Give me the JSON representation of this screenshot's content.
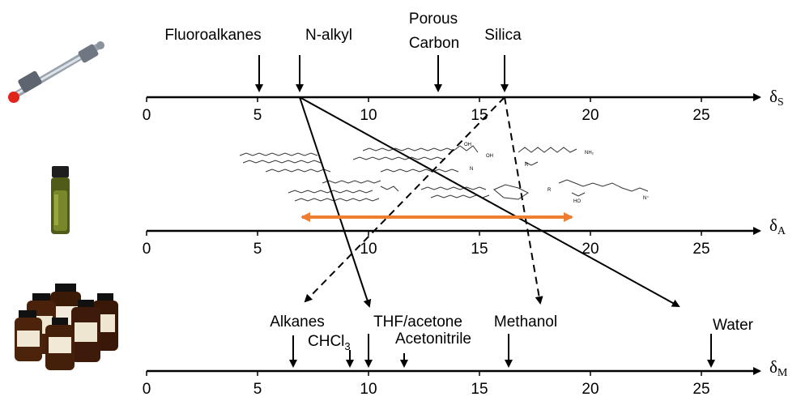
{
  "axes": [
    {
      "symbol": "δ",
      "subscript": "S",
      "ticks": [
        "0",
        "5",
        "10",
        "15",
        "20",
        "25"
      ]
    },
    {
      "symbol": "δ",
      "subscript": "A",
      "ticks": [
        "0",
        "5",
        "10",
        "15",
        "20",
        "25"
      ]
    },
    {
      "symbol": "δ",
      "subscript": "M",
      "ticks": [
        "0",
        "5",
        "10",
        "15",
        "20",
        "25"
      ]
    }
  ],
  "stationary_phases": [
    {
      "label": "Fluoroalkanes",
      "value": 5.1
    },
    {
      "label": "N-alkyl",
      "value": 7.0
    },
    {
      "label_line1": "Porous",
      "label_line2": "Carbon",
      "value": 13.2
    },
    {
      "label": "Silica",
      "value": 16.2
    }
  ],
  "solvents": [
    {
      "label": "Alkanes",
      "value": 6.7
    },
    {
      "label": "CHCl",
      "subscript": "3",
      "value": 9.2
    },
    {
      "label": "THF/acetone",
      "value": 10.0
    },
    {
      "label": "Acetonitrile",
      "value": 11.6
    },
    {
      "label": "Methanol",
      "value": 16.4
    },
    {
      "label": "Water",
      "value": 25.6
    }
  ],
  "analyte_range": {
    "from": 6.9,
    "to": 19.1,
    "color": "#ed7d31"
  },
  "icons": [
    "hplc-column-icon",
    "sample-vial-icon",
    "solvent-bottles-icon"
  ],
  "colors": {
    "axis": "#000000",
    "arrow_orange": "#ed7d31"
  }
}
